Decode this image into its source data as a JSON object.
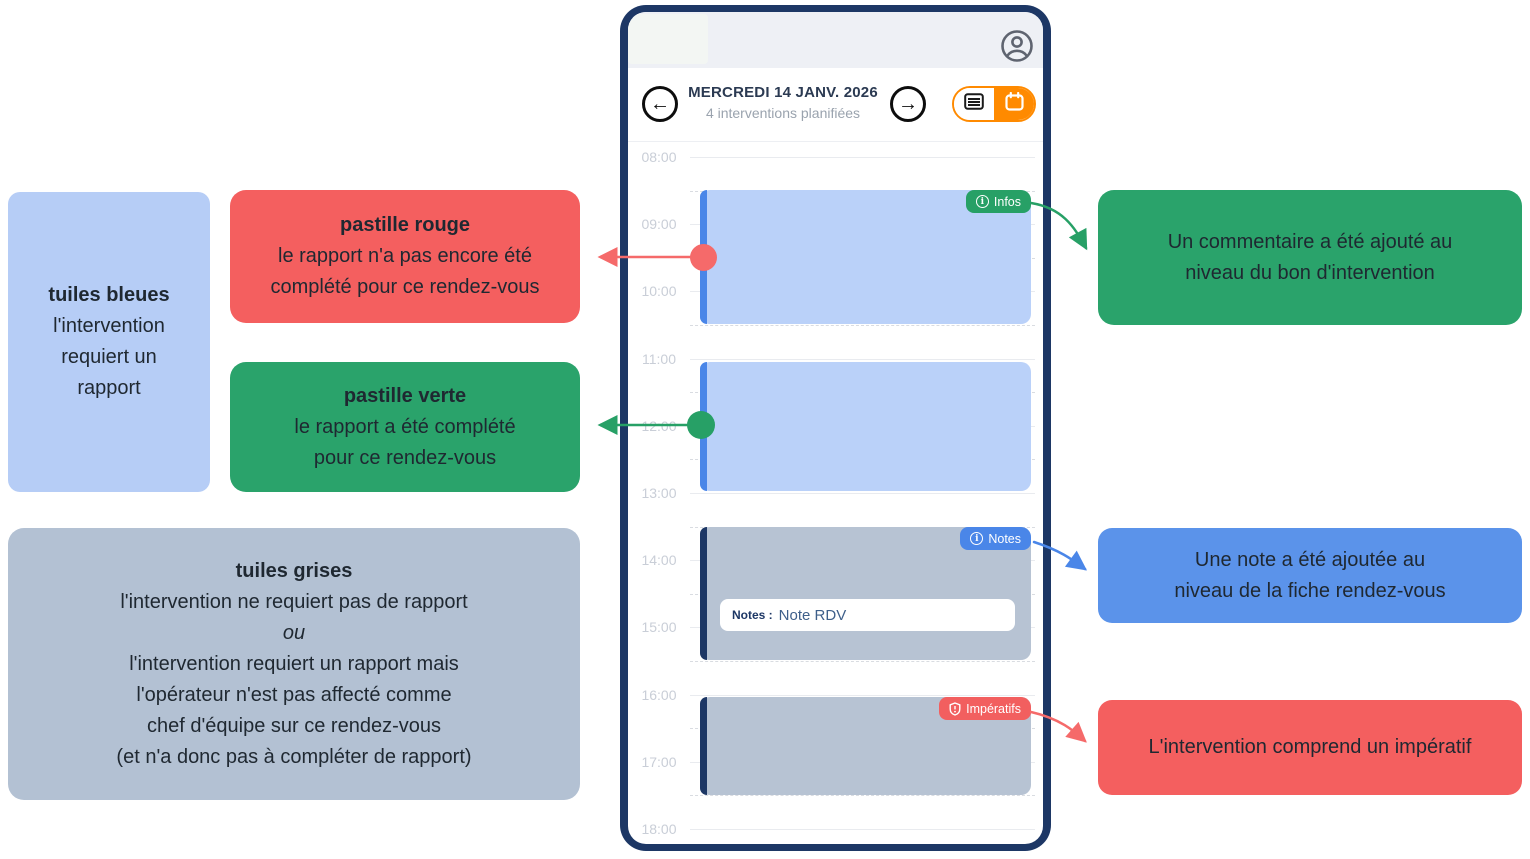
{
  "phone": {
    "header": {
      "title": "MERCREDI 14 JANV. 2026",
      "subtitle": "4 interventions planifiées"
    },
    "view_toggle": {
      "selected": "calendar",
      "options": [
        "list",
        "calendar"
      ]
    },
    "timeline": {
      "hours": [
        "08:00",
        "09:00",
        "10:00",
        "11:00",
        "12:00",
        "13:00",
        "14:00",
        "15:00",
        "16:00",
        "17:00",
        "18:00"
      ]
    },
    "tiles": [
      {
        "badge": "Infos"
      },
      {},
      {
        "badge": "Notes",
        "note_label": "Notes :",
        "note_value": "Note RDV"
      },
      {
        "badge": "Impératifs"
      }
    ]
  },
  "annotations": {
    "left_blue": {
      "lines": [
        {
          "text": "tuiles bleues",
          "bold": true
        },
        {
          "text": "l'intervention"
        },
        {
          "text": "requiert un"
        },
        {
          "text": "rapport"
        }
      ]
    },
    "left_red": {
      "lines": [
        {
          "text": "pastille rouge",
          "bold": true
        },
        {
          "text": "le rapport n'a pas encore été"
        },
        {
          "text": "complété pour ce rendez-vous"
        }
      ]
    },
    "left_green": {
      "lines": [
        {
          "text": "pastille verte",
          "bold": true
        },
        {
          "text": "le rapport a été complété"
        },
        {
          "text": "pour ce rendez-vous"
        }
      ]
    },
    "left_gray": {
      "lines": [
        {
          "text": "tuiles grises",
          "bold": true
        },
        {
          "text": "l'intervention ne requiert pas de rapport"
        },
        {
          "text": "ou",
          "italic": true
        },
        {
          "text": "l'intervention requiert un rapport mais"
        },
        {
          "text": "l'opérateur n'est pas affecté comme"
        },
        {
          "text": "chef d'équipe sur ce rendez-vous"
        },
        {
          "text": "(et n'a donc pas à compléter de rapport)"
        }
      ]
    },
    "right_green": {
      "lines": [
        {
          "text": "Un commentaire a été ajouté au"
        },
        {
          "text": "niveau du bon d'intervention"
        }
      ]
    },
    "right_blue": {
      "lines": [
        {
          "text": "Une note a été ajoutée au"
        },
        {
          "text": "niveau de la fiche rendez-vous"
        }
      ]
    },
    "right_red": {
      "lines": [
        {
          "text": "L'intervention comprend un impératif"
        }
      ]
    }
  },
  "colors": {
    "phone_frame": "#1d3765",
    "accent_orange": "#ff8a00",
    "tile_blue": "#bad1f9",
    "tile_blue_bar": "#4a86e8",
    "tile_gray": "#b7c3d3",
    "tile_gray_bar": "#1d3765",
    "badge_infos": "#27a066",
    "badge_notes": "#4a86e8",
    "badge_imperatifs": "#f25f5f",
    "dot_red": "#f56a6a",
    "dot_green": "#27a066",
    "box_light_blue": "#b6cdf6",
    "box_red": "#f45f5f",
    "box_green": "#2aa36b",
    "box_gray": "#b3c1d3",
    "box_blue": "#5b93ea"
  }
}
